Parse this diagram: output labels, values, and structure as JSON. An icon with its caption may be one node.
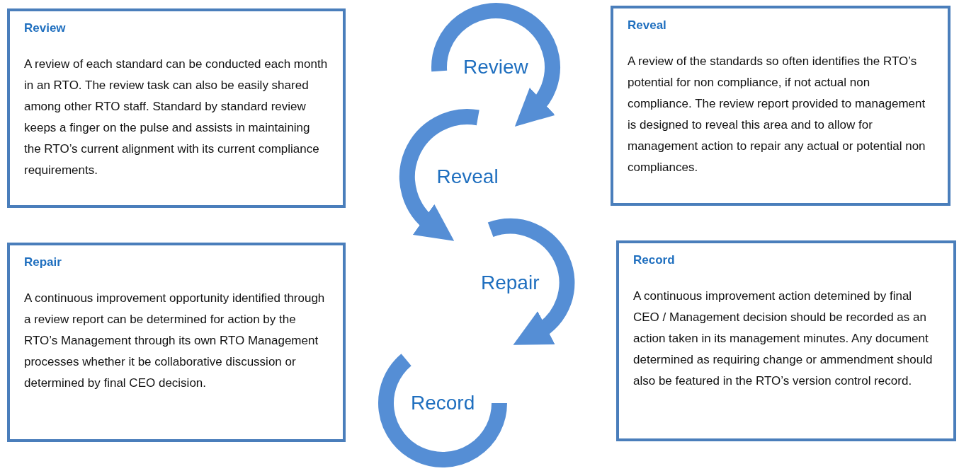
{
  "diagram": {
    "nodes": [
      {
        "text": [
          "Review",
          "A review of each standard can be conducted each month in an RTO. The review task can also be easily shared among other RTO staff. Standard by standard review keeps  a finger on the pulse and assists in maintaining the RTO’s current alignment with its current compliance requirements."
        ]
      },
      {
        "text": [
          "Reveal",
          "A review  of the standards so often identifies the RTO’s potential for non compliance, if not actual non compliance. The review report provided to management is designed to reveal this area and to allow for management action to repair any actual or potential non compliances."
        ]
      },
      {
        "text": [
          "Repair",
          "A continuous improvement opportunity identified through a review report can be determined for action by the RTO’s Management through its own RTO Management processes whether it be collaborative discussion or  determined by final CEO decision."
        ]
      },
      {
        "text": [
          "Record",
          "A continuous improvement action detemined by final CEO / Management decision should be recorded as an action taken in its management minutes. Any document determined as requiring change or ammendment should also be featured in the RTO’s version control record."
        ]
      },
      {
        "text": [
          "Review"
        ]
      },
      {
        "text": [
          "Reveal"
        ]
      },
      {
        "text": [
          "Repair"
        ]
      },
      {
        "text": [
          "Record"
        ]
      }
    ],
    "edges": [
      {
        "from": 4,
        "to": 5,
        "arrow": "to"
      },
      {
        "from": 5,
        "to": 6,
        "arrow": "to"
      },
      {
        "from": 6,
        "to": 7,
        "arrow": "to"
      }
    ]
  }
}
